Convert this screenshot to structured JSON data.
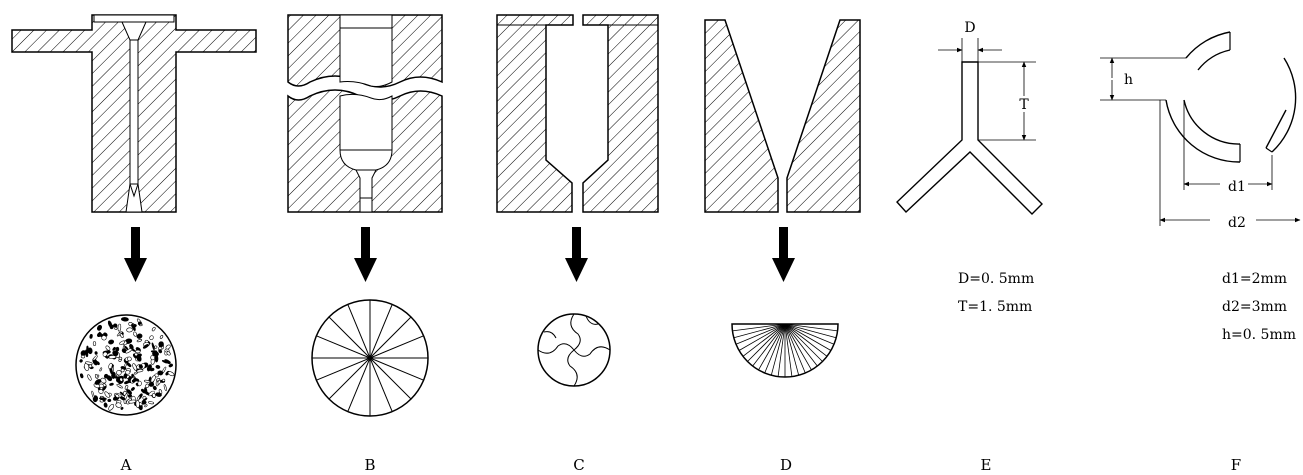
{
  "panels": [
    {
      "id": "A",
      "label": "A"
    },
    {
      "id": "B",
      "label": "B"
    },
    {
      "id": "C",
      "label": "C"
    },
    {
      "id": "D",
      "label": "D"
    },
    {
      "id": "E",
      "label": "E"
    },
    {
      "id": "F",
      "label": "F"
    }
  ],
  "panel_e": {
    "dim_d": "D",
    "dim_t": "T",
    "spec_d": "D=0. 5mm",
    "spec_t": "T=1. 5mm"
  },
  "panel_f": {
    "dim_h": "h",
    "dim_d1": "d1",
    "dim_d2": "d2",
    "spec_d1": "d1=2mm",
    "spec_d2": "d2=3mm",
    "spec_h": "h=0. 5mm"
  },
  "colors": {
    "stroke": "#000000",
    "background": "#ffffff"
  }
}
